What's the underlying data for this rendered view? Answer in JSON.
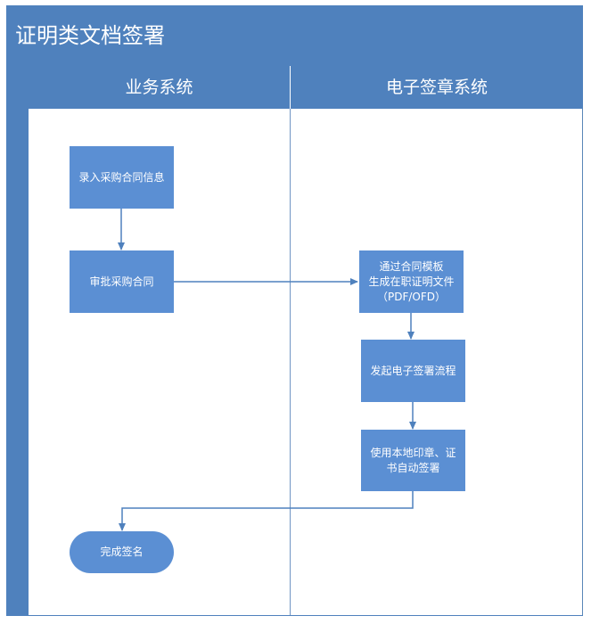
{
  "diagram": {
    "title": "证明类文档签署",
    "lanes": [
      {
        "label": "业务系统"
      },
      {
        "label": "电子签章系统"
      }
    ],
    "nodes": {
      "enter_info": "录入采购合同信息",
      "approve_contract": "审批采购合同",
      "generate_doc": {
        "line1": "通过合同模板",
        "line2": "生成在职证明文件",
        "line3": "（PDF/OFD）"
      },
      "start_flow": "发起电子签署流程",
      "auto_sign": {
        "line1": "使用本地印章、证",
        "line2": "书自动签署"
      },
      "complete": "完成签名"
    },
    "colors": {
      "header": "#4f81bd",
      "node": "#5b8fd3",
      "connector": "#4f81bd"
    }
  }
}
